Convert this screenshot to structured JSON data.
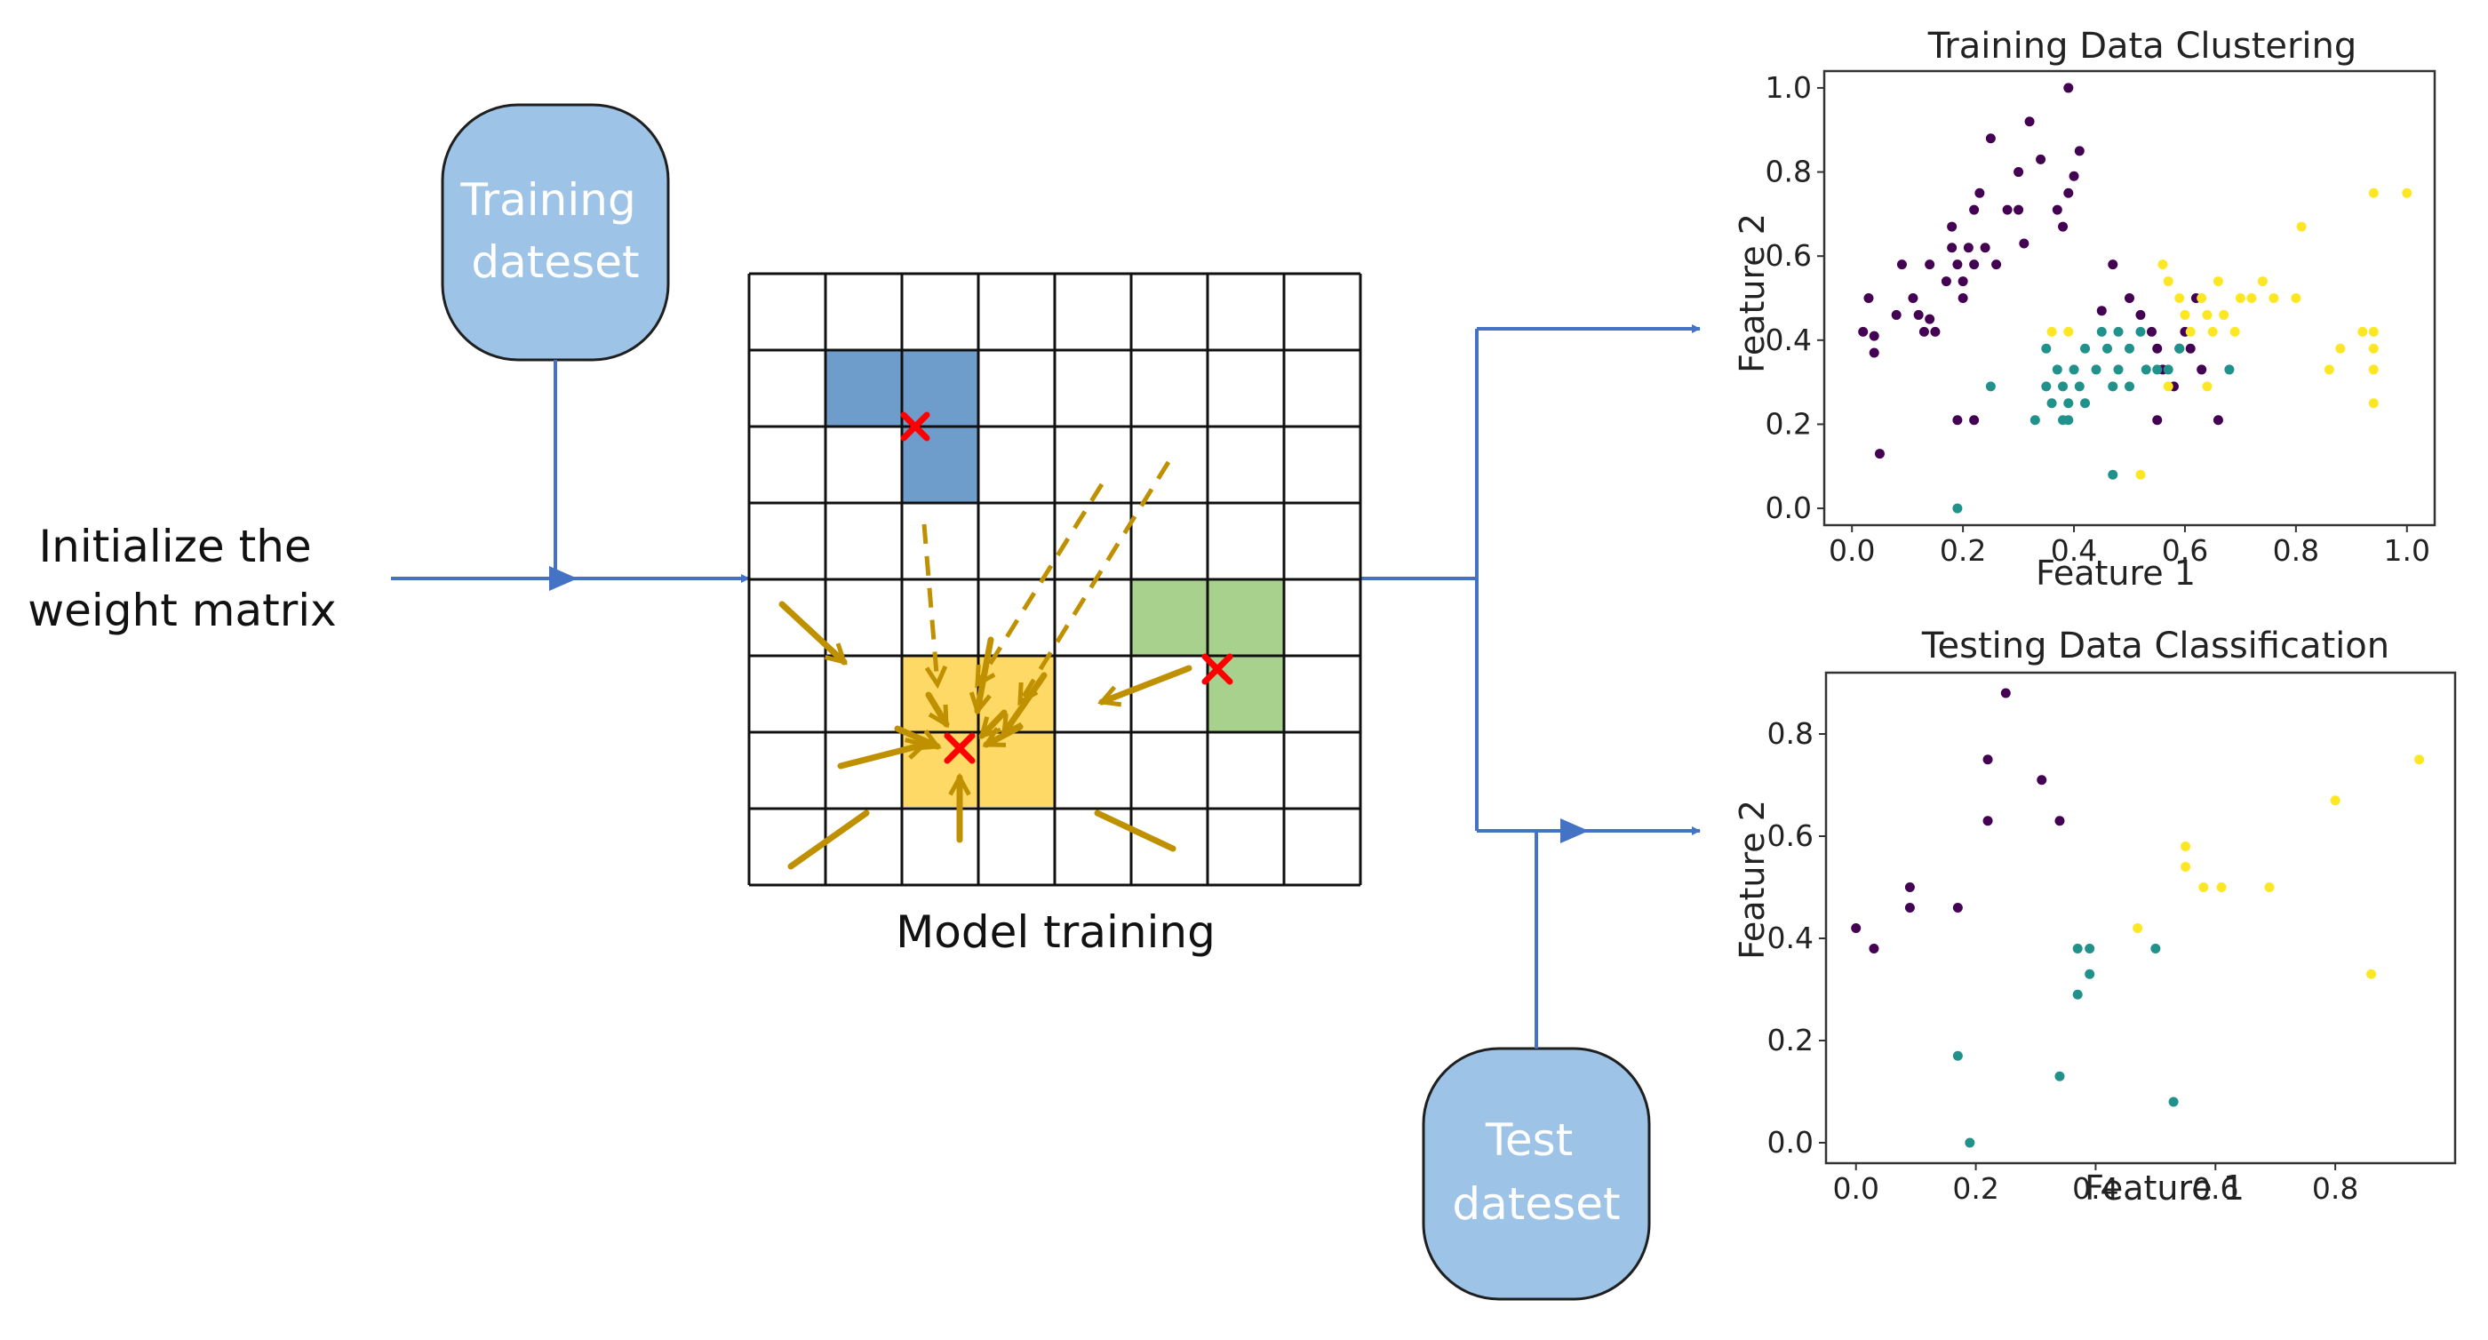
{
  "diagram": {
    "init_label_lines": [
      "Initialize the",
      "weight matrix"
    ],
    "training_node_lines": [
      "Training",
      "dateset"
    ],
    "test_node_lines": [
      "Test",
      "dateset"
    ],
    "grid_caption": "Model training",
    "colors": {
      "flow_arrow": "#4472C4",
      "node_fill": "#9DC3E6",
      "grid_blue": "#6F9DCB",
      "grid_yellow": "#FFD966",
      "grid_green": "#A9D18E",
      "bmu_marker": "#FF0000",
      "neighbor_arrows": "#BF9000"
    }
  },
  "chart_data": [
    {
      "type": "scatter",
      "title": "Training Data Clustering",
      "xlabel": "Feature 1",
      "ylabel": "Feature 2",
      "xlim": [
        -0.05,
        1.05
      ],
      "ylim": [
        -0.04,
        1.04
      ],
      "xticks": [
        0.0,
        0.2,
        0.4,
        0.6,
        0.8,
        1.0
      ],
      "yticks": [
        0.0,
        0.2,
        0.4,
        0.6,
        0.8,
        1.0
      ],
      "xtick_labels": [
        "0.0",
        "0.2",
        "0.4",
        "0.6",
        "0.8",
        "1.0"
      ],
      "ytick_labels": [
        "0.0",
        "0.2",
        "0.4",
        "0.6",
        "0.8",
        "1.0"
      ],
      "grid": false,
      "series": [
        {
          "color": "#440154",
          "points": [
            [
              0.05,
              0.13
            ],
            [
              0.02,
              0.42
            ],
            [
              0.04,
              0.37
            ],
            [
              0.04,
              0.41
            ],
            [
              0.03,
              0.5
            ],
            [
              0.08,
              0.46
            ],
            [
              0.09,
              0.58
            ],
            [
              0.11,
              0.5
            ],
            [
              0.13,
              0.42
            ],
            [
              0.12,
              0.46
            ],
            [
              0.14,
              0.45
            ],
            [
              0.15,
              0.42
            ],
            [
              0.14,
              0.58
            ],
            [
              0.17,
              0.54
            ],
            [
              0.18,
              0.67
            ],
            [
              0.18,
              0.62
            ],
            [
              0.19,
              0.58
            ],
            [
              0.2,
              0.54
            ],
            [
              0.21,
              0.62
            ],
            [
              0.22,
              0.58
            ],
            [
              0.2,
              0.5
            ],
            [
              0.22,
              0.71
            ],
            [
              0.23,
              0.75
            ],
            [
              0.25,
              0.88
            ],
            [
              0.24,
              0.62
            ],
            [
              0.26,
              0.58
            ],
            [
              0.28,
              0.71
            ],
            [
              0.3,
              0.71
            ],
            [
              0.32,
              0.92
            ],
            [
              0.3,
              0.8
            ],
            [
              0.31,
              0.63
            ],
            [
              0.34,
              0.83
            ],
            [
              0.39,
              0.75
            ],
            [
              0.38,
              0.67
            ],
            [
              0.37,
              0.71
            ],
            [
              0.39,
              1.0
            ],
            [
              0.4,
              0.79
            ],
            [
              0.41,
              0.85
            ],
            [
              0.45,
              0.47
            ],
            [
              0.47,
              0.58
            ],
            [
              0.5,
              0.5
            ],
            [
              0.52,
              0.46
            ],
            [
              0.55,
              0.38
            ],
            [
              0.54,
              0.42
            ],
            [
              0.56,
              0.33
            ],
            [
              0.58,
              0.29
            ],
            [
              0.59,
              0.38
            ],
            [
              0.6,
              0.42
            ],
            [
              0.61,
              0.38
            ],
            [
              0.63,
              0.33
            ],
            [
              0.62,
              0.5
            ],
            [
              0.19,
              0.21
            ],
            [
              0.22,
              0.21
            ],
            [
              0.55,
              0.21
            ],
            [
              0.66,
              0.21
            ]
          ]
        },
        {
          "color": "#21918C",
          "points": [
            [
              0.19,
              0.0
            ],
            [
              0.25,
              0.29
            ],
            [
              0.35,
              0.38
            ],
            [
              0.35,
              0.29
            ],
            [
              0.36,
              0.25
            ],
            [
              0.37,
              0.33
            ],
            [
              0.38,
              0.29
            ],
            [
              0.38,
              0.21
            ],
            [
              0.39,
              0.25
            ],
            [
              0.4,
              0.33
            ],
            [
              0.41,
              0.29
            ],
            [
              0.42,
              0.38
            ],
            [
              0.42,
              0.25
            ],
            [
              0.44,
              0.33
            ],
            [
              0.45,
              0.42
            ],
            [
              0.46,
              0.38
            ],
            [
              0.47,
              0.29
            ],
            [
              0.48,
              0.33
            ],
            [
              0.48,
              0.42
            ],
            [
              0.5,
              0.38
            ],
            [
              0.5,
              0.29
            ],
            [
              0.52,
              0.42
            ],
            [
              0.53,
              0.33
            ],
            [
              0.55,
              0.33
            ],
            [
              0.57,
              0.33
            ],
            [
              0.59,
              0.38
            ],
            [
              0.68,
              0.33
            ],
            [
              0.39,
              0.21
            ],
            [
              0.47,
              0.08
            ],
            [
              0.33,
              0.21
            ]
          ]
        },
        {
          "color": "#FDE725",
          "points": [
            [
              0.36,
              0.42
            ],
            [
              0.39,
              0.42
            ],
            [
              0.52,
              0.08
            ],
            [
              0.56,
              0.58
            ],
            [
              0.57,
              0.54
            ],
            [
              0.59,
              0.5
            ],
            [
              0.6,
              0.46
            ],
            [
              0.61,
              0.42
            ],
            [
              0.63,
              0.5
            ],
            [
              0.64,
              0.46
            ],
            [
              0.65,
              0.42
            ],
            [
              0.66,
              0.54
            ],
            [
              0.67,
              0.46
            ],
            [
              0.69,
              0.42
            ],
            [
              0.7,
              0.5
            ],
            [
              0.72,
              0.5
            ],
            [
              0.74,
              0.54
            ],
            [
              0.76,
              0.5
            ],
            [
              0.8,
              0.5
            ],
            [
              0.81,
              0.67
            ],
            [
              0.86,
              0.33
            ],
            [
              0.88,
              0.38
            ],
            [
              0.92,
              0.42
            ],
            [
              0.94,
              0.42
            ],
            [
              0.94,
              0.38
            ],
            [
              0.94,
              0.33
            ],
            [
              0.94,
              0.25
            ],
            [
              0.94,
              0.75
            ],
            [
              1.0,
              0.75
            ],
            [
              0.57,
              0.29
            ],
            [
              0.64,
              0.29
            ]
          ]
        }
      ]
    },
    {
      "type": "scatter",
      "title": "Testing Data Classification",
      "xlabel": "Feature 1",
      "ylabel": "Feature 2",
      "xlim": [
        -0.05,
        1.0
      ],
      "ylim": [
        -0.04,
        0.92
      ],
      "xticks": [
        0.0,
        0.2,
        0.4,
        0.6,
        0.8
      ],
      "yticks": [
        0.0,
        0.2,
        0.4,
        0.6,
        0.8
      ],
      "xtick_labels": [
        "0.0",
        "0.2",
        "0.4",
        "0.6",
        "0.8"
      ],
      "ytick_labels": [
        "0.0",
        "0.2",
        "0.4",
        "0.6",
        "0.8"
      ],
      "grid": false,
      "series": [
        {
          "color": "#440154",
          "points": [
            [
              0.0,
              0.42
            ],
            [
              0.03,
              0.38
            ],
            [
              0.09,
              0.46
            ],
            [
              0.09,
              0.5
            ],
            [
              0.17,
              0.46
            ],
            [
              0.22,
              0.63
            ],
            [
              0.22,
              0.75
            ],
            [
              0.25,
              0.88
            ],
            [
              0.31,
              0.71
            ],
            [
              0.34,
              0.63
            ]
          ]
        },
        {
          "color": "#21918C",
          "points": [
            [
              0.17,
              0.17
            ],
            [
              0.19,
              0.0
            ],
            [
              0.34,
              0.13
            ],
            [
              0.37,
              0.29
            ],
            [
              0.37,
              0.38
            ],
            [
              0.39,
              0.33
            ],
            [
              0.39,
              0.38
            ],
            [
              0.5,
              0.38
            ],
            [
              0.53,
              0.08
            ]
          ]
        },
        {
          "color": "#FDE725",
          "points": [
            [
              0.47,
              0.42
            ],
            [
              0.55,
              0.58
            ],
            [
              0.55,
              0.54
            ],
            [
              0.58,
              0.5
            ],
            [
              0.61,
              0.5
            ],
            [
              0.69,
              0.5
            ],
            [
              0.8,
              0.67
            ],
            [
              0.86,
              0.33
            ],
            [
              0.94,
              0.75
            ]
          ]
        }
      ]
    }
  ]
}
